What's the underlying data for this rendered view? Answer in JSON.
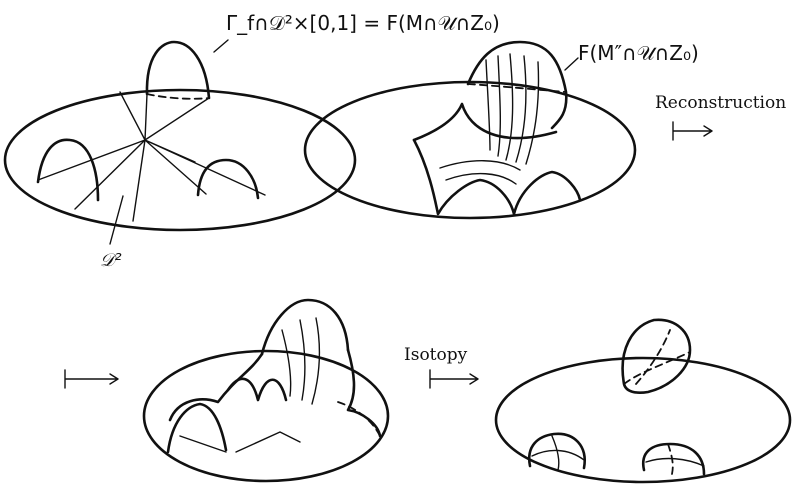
{
  "labels": {
    "formula_left": "Γ_f∩𝒟²×[0,1] = F(M∩𝒰∩Z₀)",
    "formula_right": "F(M″∩𝒰∩Z₀)",
    "disk_label": "𝒟²",
    "reconstruction": "Reconstruction",
    "isotopy": "Isotopy"
  },
  "arrows": {
    "reconstruction_arrow": "↦",
    "left_arrow": "↦",
    "isotopy_arrow": "↦"
  }
}
